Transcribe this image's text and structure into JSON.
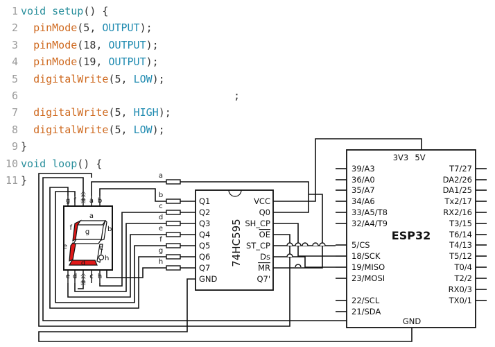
{
  "code": {
    "lines": [
      {
        "n": "1",
        "parts": [
          {
            "t": "void",
            "c": "kw"
          },
          {
            "t": " "
          },
          {
            "t": "setup",
            "c": "kw"
          },
          {
            "t": "() {"
          }
        ]
      },
      {
        "n": "2",
        "parts": [
          {
            "t": "  "
          },
          {
            "t": "pinMode",
            "c": "fn"
          },
          {
            "t": "(5, "
          },
          {
            "t": "OUTPUT",
            "c": "cst"
          },
          {
            "t": ");"
          }
        ]
      },
      {
        "n": "3",
        "parts": [
          {
            "t": "  "
          },
          {
            "t": "pinMode",
            "c": "fn"
          },
          {
            "t": "(18, "
          },
          {
            "t": "OUTPUT",
            "c": "cst"
          },
          {
            "t": ");"
          }
        ]
      },
      {
        "n": "4",
        "parts": [
          {
            "t": "  "
          },
          {
            "t": "pinMode",
            "c": "fn"
          },
          {
            "t": "(19, "
          },
          {
            "t": "OUTPUT",
            "c": "cst"
          },
          {
            "t": ");"
          }
        ]
      },
      {
        "n": "5",
        "parts": [
          {
            "t": "  "
          },
          {
            "t": "digitalWrite",
            "c": "fn"
          },
          {
            "t": "(5, "
          },
          {
            "t": "LOW",
            "c": "cst"
          },
          {
            "t": ");"
          }
        ]
      },
      {
        "n": "6",
        "parts": [
          {
            "t": "                                  ;"
          }
        ]
      },
      {
        "n": "7",
        "parts": [
          {
            "t": "  "
          },
          {
            "t": "digitalWrite",
            "c": "fn"
          },
          {
            "t": "(5, "
          },
          {
            "t": "HIGH",
            "c": "cst"
          },
          {
            "t": ");"
          }
        ]
      },
      {
        "n": "8",
        "parts": [
          {
            "t": "  "
          },
          {
            "t": "digitalWrite",
            "c": "fn"
          },
          {
            "t": "(5, "
          },
          {
            "t": "LOW",
            "c": "cst"
          },
          {
            "t": ");"
          }
        ]
      },
      {
        "n": "9",
        "parts": [
          {
            "t": "}"
          }
        ]
      },
      {
        "n": "10",
        "parts": [
          {
            "t": "void",
            "c": "kw"
          },
          {
            "t": " "
          },
          {
            "t": "loop",
            "c": "kw"
          },
          {
            "t": "() {"
          }
        ]
      },
      {
        "n": "11",
        "parts": [
          {
            "t": "}"
          }
        ]
      }
    ]
  },
  "display": {
    "top_labels": [
      "g",
      "f",
      "公\n共",
      "a",
      "b"
    ],
    "bottom_labels": [
      "e",
      "d",
      "公\n共",
      "c",
      "h"
    ],
    "segment_labels": {
      "a": "a",
      "b": "b",
      "c": "c",
      "d": "d",
      "e": "e",
      "f": "f",
      "g": "g",
      "h": "h"
    },
    "segment_color": "#e01818"
  },
  "shift_register": {
    "name": "74HC595",
    "left_pins": [
      "Q1",
      "Q2",
      "Q3",
      "Q4",
      "Q5",
      "Q6",
      "Q7",
      "GND"
    ],
    "right_pins": [
      "VCC",
      "Q0",
      "SH_CP",
      "OE",
      "ST_CP",
      "Ds",
      "MR",
      "Q7'"
    ],
    "overline_pins": [
      "OE",
      "MR"
    ],
    "wire_labels": [
      "a",
      "b",
      "c",
      "d",
      "e",
      "f",
      "g",
      "h"
    ]
  },
  "esp32": {
    "name": "ESP32",
    "top_pins": [
      "3V3",
      "5V"
    ],
    "bottom_pin": "GND",
    "left_pins": [
      "39/A3",
      "36/A0",
      "35/A7",
      "34/A6",
      "33/A5/T8",
      "32/A4/T9",
      "5/CS",
      "18/SCK",
      "19/MISO",
      "23/MOSI",
      "22/SCL",
      "21/SDA"
    ],
    "right_pins": [
      "T7/27",
      "DA2/26",
      "DA1/25",
      "Tx2/17",
      "RX2/16",
      "T3/15",
      "T6/14",
      "T4/13",
      "T5/12",
      "T0/4",
      "T2/2",
      "RX0/3",
      "TX0/1"
    ]
  }
}
